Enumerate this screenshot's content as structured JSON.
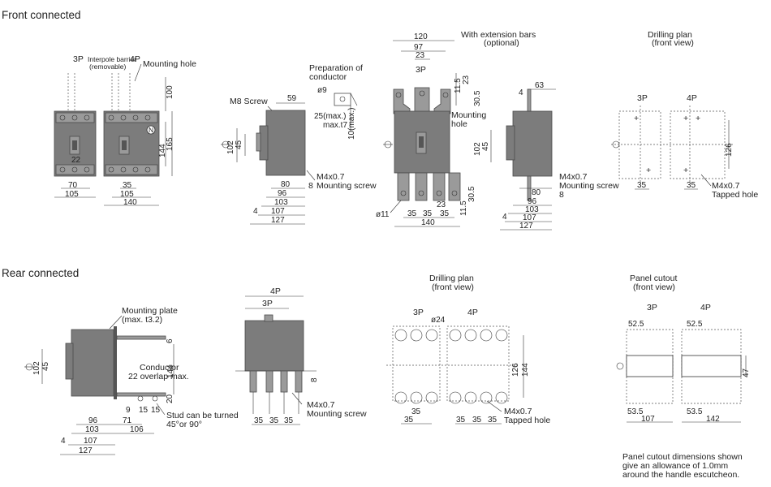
{
  "sections": {
    "front": "Front connected",
    "rear": "Rear connected"
  },
  "front": {
    "pole_3p": "3P",
    "pole_4p": "4P",
    "interpole_barrier": "Interpole barrier",
    "removable": "(removable)",
    "mounting_hole": "Mounting hole",
    "neutral_badge": "N",
    "dims": {
      "d100": "100",
      "d144": "144",
      "d165": "165",
      "d22": "22",
      "d70": "70",
      "d105": "105",
      "d35": "35",
      "d105b": "105",
      "d140": "140"
    },
    "side": {
      "m8_screw": "M8 Screw",
      "d59": "59",
      "d102": "102",
      "d45": "45",
      "d80": "80",
      "d96": "96",
      "d103": "103",
      "d107": "107",
      "d127": "127",
      "d4": "4",
      "d8": "8",
      "m4": "M4x0.7",
      "mounting_screw": "Mounting screw"
    },
    "conductor": {
      "title1": "Preparation of",
      "title2": "conductor",
      "phi9": "ø9",
      "len1": "25(max.)",
      "len2": "max.t7",
      "thick": "10(max.)"
    },
    "ext": {
      "title1": "With extension bars",
      "title2": "(optional)",
      "d120": "120",
      "d97": "97",
      "d23": "23",
      "pole": "3P",
      "d11_5": "11.5",
      "d23b": "23",
      "d30_5": "30.5",
      "mount1": "Mounting",
      "mount2": "hole",
      "phi11": "ø11",
      "d35a": "35",
      "d35b": "35",
      "d35c": "35",
      "d140": "140",
      "d23c": "23",
      "d11_5b": "11.5",
      "d30_5b": "30.5"
    },
    "side2": {
      "d63": "63",
      "d4": "4",
      "d102": "102",
      "d45": "45",
      "m4": "M4x0.7",
      "mounting_screw": "Mounting screw",
      "d8": "8",
      "d80": "80",
      "d96": "96",
      "d103": "103",
      "d107": "107",
      "d127": "127",
      "d4b": "4"
    },
    "drill": {
      "title1": "Drilling plan",
      "title2": "(front view)",
      "pole_3p": "3P",
      "pole_4p": "4P",
      "d126": "126",
      "d35a": "35",
      "d35b": "35",
      "m4": "M4x0.7",
      "tapped": "Tapped hole"
    }
  },
  "rear": {
    "mounting_plate": "Mounting plate",
    "plate_t": "(max. t3.2)",
    "conductor": "Conductor",
    "overlap": "22 overlap max.",
    "stud": "Stud can be turned",
    "stud2": "45°or 90°",
    "dims": {
      "d102": "102",
      "d45": "45",
      "d6": "6",
      "d144": "144",
      "d20": "20",
      "d96": "96",
      "d9": "9",
      "d15a": "15",
      "d15b": "15",
      "d71": "71",
      "d103": "103",
      "d106": "106",
      "d107": "107",
      "d127": "127",
      "d4": "4"
    },
    "top": {
      "pole_4p": "4P",
      "pole_3p": "3P",
      "d8": "8",
      "m4": "M4x0.7",
      "mounting_screw": "Mounting screw",
      "d35a": "35",
      "d35b": "35",
      "d35c": "35"
    },
    "drill": {
      "title1": "Drilling plan",
      "title2": "(front view)",
      "pole_3p": "3P",
      "pole_4p": "4P",
      "phi24": "ø24",
      "d126": "126",
      "d144": "144",
      "d35a": "35",
      "d35b": "35",
      "d35c": "35",
      "d35d": "35",
      "d35e": "35",
      "m4": "M4x0.7",
      "tapped": "Tapped hole"
    },
    "cutout": {
      "title1": "Panel cutout",
      "title2": "(front view)",
      "pole_3p": "3P",
      "pole_4p": "4P",
      "d52_5a": "52.5",
      "d52_5b": "52.5",
      "d47": "47",
      "d53_5a": "53.5",
      "d53_5b": "53.5",
      "d107": "107",
      "d142": "142"
    },
    "note": [
      "Panel cutout dimensions shown",
      "give an allowance of 1.0mm",
      "around the handle escutcheon."
    ]
  }
}
